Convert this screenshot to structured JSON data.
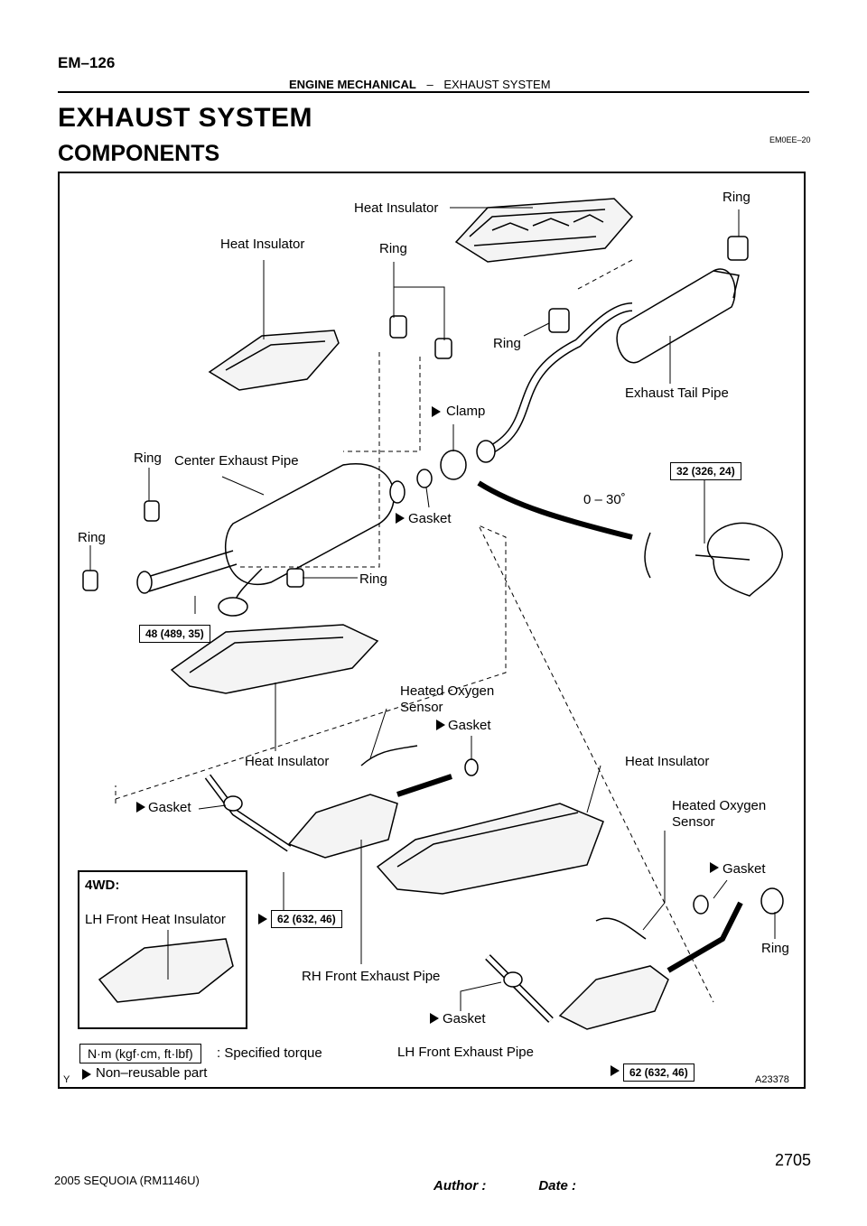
{
  "header": {
    "page_code": "EM–126",
    "section": "ENGINE MECHANICAL",
    "separator": "–",
    "subsection": "EXHAUST SYSTEM"
  },
  "title": "EXHAUST SYSTEM",
  "subtitle": "COMPONENTS",
  "ref_code": "EM0EE–20",
  "figure": {
    "labels": {
      "heat_insulator_top": "Heat Insulator",
      "heat_insulator_left": "Heat Insulator",
      "heat_insulator_mid": "Heat Insulator",
      "heat_insulator_right": "Heat Insulator",
      "ring_top_right": "Ring",
      "ring_top_mid": "Ring",
      "ring_mid": "Ring",
      "ring_left1": "Ring",
      "ring_left2": "Ring",
      "ring_center": "Ring",
      "ring_bottom_right": "Ring",
      "exhaust_tail_pipe": "Exhaust Tail Pipe",
      "clamp": "Clamp",
      "center_exhaust_pipe": "Center Exhaust Pipe",
      "gasket_center": "Gasket",
      "angle": "0 – 30˚",
      "heated_oxygen_sensor_1": "Heated Oxygen\nSensor",
      "gasket_sensor1": "Gasket",
      "gasket_left": "Gasket",
      "heated_oxygen_sensor_2": "Heated Oxygen\nSensor",
      "gasket_right": "Gasket",
      "rh_front_exhaust_pipe": "RH Front Exhaust Pipe",
      "gasket_bottom": "Gasket",
      "lh_front_exhaust_pipe": "LH Front Exhaust Pipe",
      "inset_title": "4WD:",
      "inset_label": "LH Front Heat Insulator",
      "corner_y": "Y",
      "figure_id": "A23378"
    },
    "torques": {
      "t32": "32 (326, 24)",
      "t48": "48 (489, 35)",
      "t62a": "62 (632, 46)",
      "t62b": "62 (632, 46)"
    },
    "legend": {
      "torque_unit": "N·m (kgf·cm, ft·lbf)",
      "torque_text": ": Specified torque",
      "nonreusable_text": "Non–reusable part"
    }
  },
  "footer": {
    "model": "2005 SEQUOIA   (RM1146U)",
    "page_number": "2705",
    "author_label": "Author :",
    "date_label": "Date :"
  }
}
